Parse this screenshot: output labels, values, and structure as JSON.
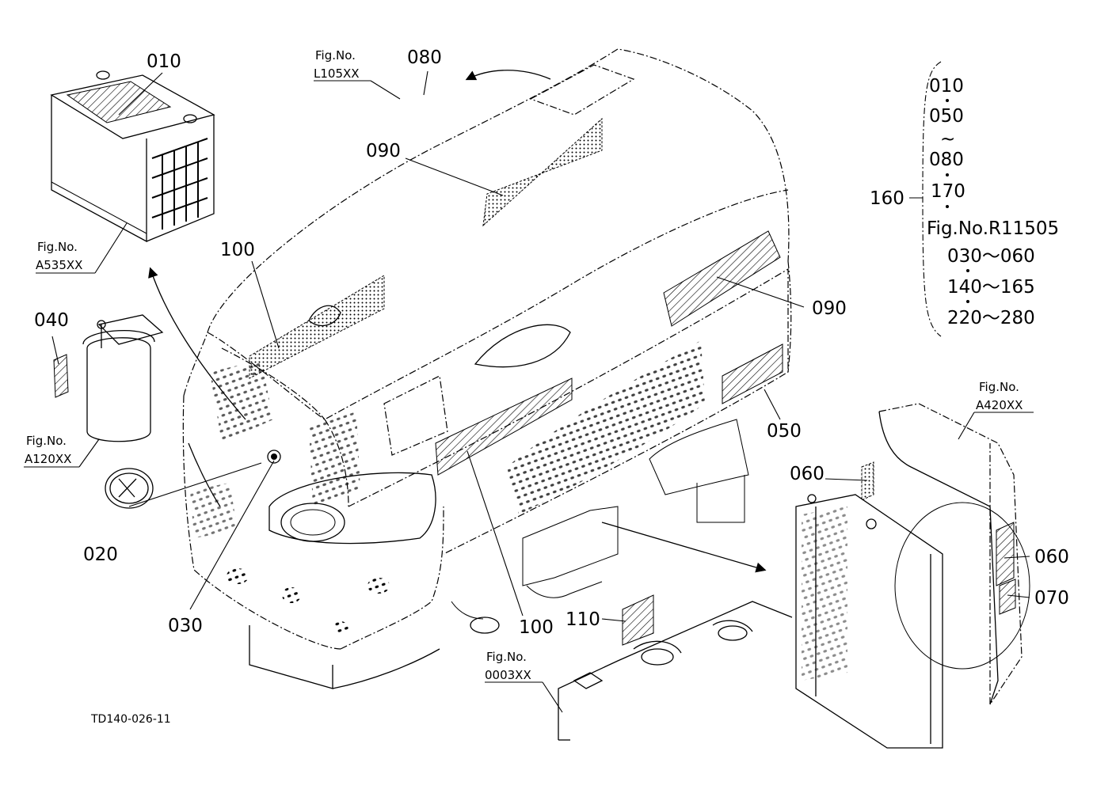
{
  "diagram_code": "TD140-026-11",
  "callouts": {
    "c010": "010",
    "c020": "020",
    "c030": "030",
    "c040": "040",
    "c050": "050",
    "c060a": "060",
    "c060b": "060",
    "c070": "070",
    "c080": "080",
    "c090a": "090",
    "c090b": "090",
    "c100a": "100",
    "c100b": "100",
    "c110": "110",
    "c160": "160"
  },
  "figure_refs": {
    "battery": {
      "label": "Fig.No.",
      "number": "A535XX"
    },
    "filter": {
      "label": "Fig.No.",
      "number": "A120XX"
    },
    "hood": {
      "label": "Fig.No.",
      "number": "L105XX"
    },
    "radiator": {
      "label": "Fig.No.",
      "number": "A420XX"
    },
    "frame": {
      "label": "Fig.No.",
      "number": "0003XX"
    }
  },
  "set_list": {
    "items": [
      "010",
      "050",
      "~",
      "080",
      "170",
      "Fig.No.R11505",
      "030～060",
      "140～165",
      "220～280"
    ]
  }
}
